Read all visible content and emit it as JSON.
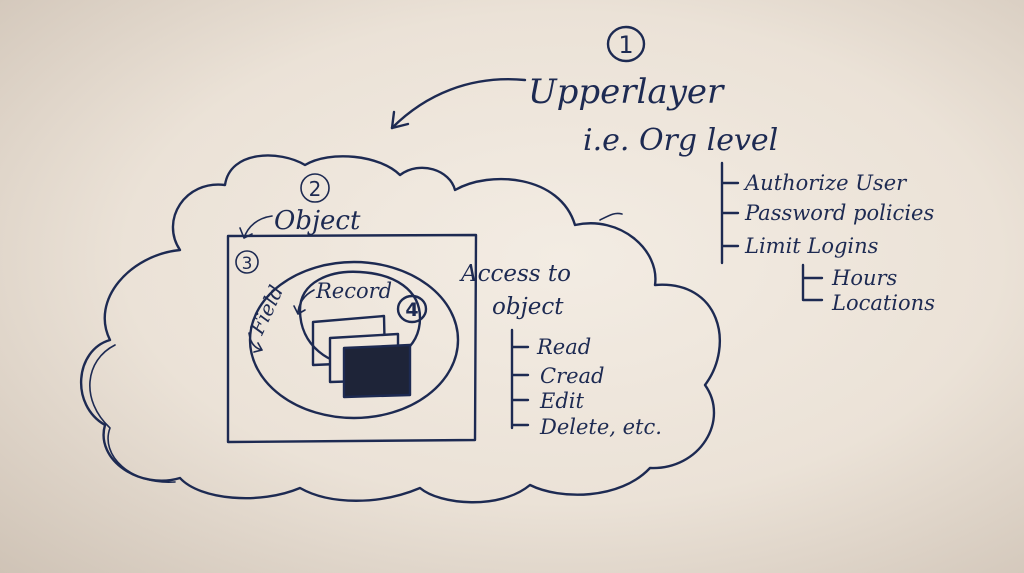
{
  "upper": {
    "number": "1",
    "title": "Upperlayer",
    "subtitle": "i.e. Org level",
    "items": [
      "Authorize User",
      "Password policies",
      "Limit Logins"
    ],
    "subitems": [
      "Hours",
      "Locations"
    ]
  },
  "object": {
    "number": "2",
    "label": "Object"
  },
  "field": {
    "number": "3",
    "label": "Field"
  },
  "record": {
    "number": "4",
    "label": "Record"
  },
  "access": {
    "title_line1": "Access to",
    "title_line2": "object",
    "items": [
      "Read",
      "Cread",
      "Edit",
      "Delete, etc."
    ]
  },
  "colors": {
    "ink": "#1d2a52",
    "paper": "#efe7dd",
    "fill_dark": "#1e2438"
  }
}
